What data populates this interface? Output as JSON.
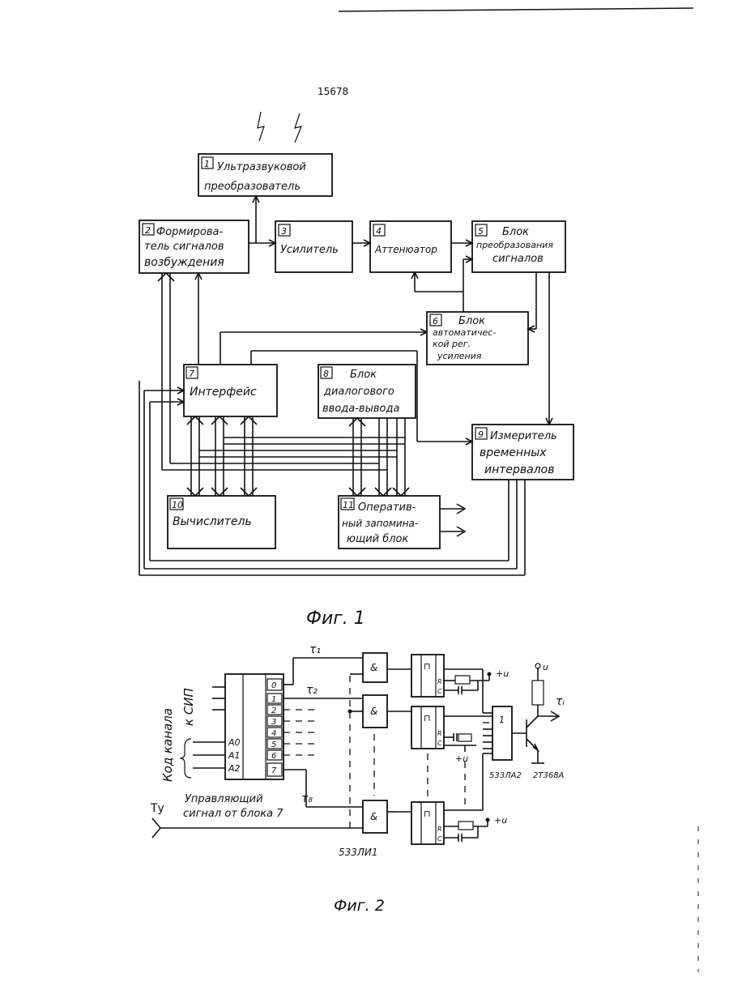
{
  "page_number": "15678",
  "fig1": {
    "caption": "Фиг. 1",
    "blocks": [
      {
        "num": "1",
        "lines": [
          "Ультразвуковой",
          "преобразователь"
        ]
      },
      {
        "num": "2",
        "lines": [
          "Формирова-",
          "тель сигналов",
          "возбуждения"
        ]
      },
      {
        "num": "3",
        "lines": [
          "Усилитель"
        ]
      },
      {
        "num": "4",
        "lines": [
          "Аттенюатор"
        ]
      },
      {
        "num": "5",
        "lines": [
          "Блок",
          "преобразования",
          "сигналов"
        ]
      },
      {
        "num": "6",
        "lines": [
          "Блок",
          "автоматичес-",
          "кой рег.",
          "усиления"
        ]
      },
      {
        "num": "7",
        "lines": [
          "Интерфейс"
        ]
      },
      {
        "num": "8",
        "lines": [
          "Блок",
          "диалогового",
          "ввода-вывода"
        ]
      },
      {
        "num": "9",
        "lines": [
          "Измеритель",
          "временных",
          "интервалов"
        ]
      },
      {
        "num": "10",
        "lines": [
          "Вычислитель"
        ]
      },
      {
        "num": "11",
        "lines": [
          "Оператив-",
          "ный запомина-",
          "ющий блок"
        ]
      }
    ]
  },
  "fig2": {
    "caption": "Фиг. 2",
    "side_label_1": "Код канала",
    "side_label_2": "к СИП",
    "address_pins": [
      "A0",
      "A1",
      "A2"
    ],
    "output_pins": [
      "0",
      "1",
      "2",
      "3",
      "4",
      "5",
      "6",
      "7"
    ],
    "tau_1": "τ₁",
    "tau_2": "τ₂",
    "tau_8": "τ₈",
    "tau_i": "τᵢ",
    "ty_label": "Ту",
    "control_label_1": "Управляющий",
    "control_label_2": "сигнал от блока 7",
    "gate_1": "&",
    "gate_2": "&",
    "gate_8": "&",
    "pulse_symbol": "⊓",
    "r_pin": "R",
    "c_pin": "C",
    "plus_u": "+u",
    "u_label": "u",
    "chip_1": "533ЛИ1",
    "chip_2": "533ЛА2",
    "transistor": "2Т368А",
    "or_gate": "1"
  }
}
